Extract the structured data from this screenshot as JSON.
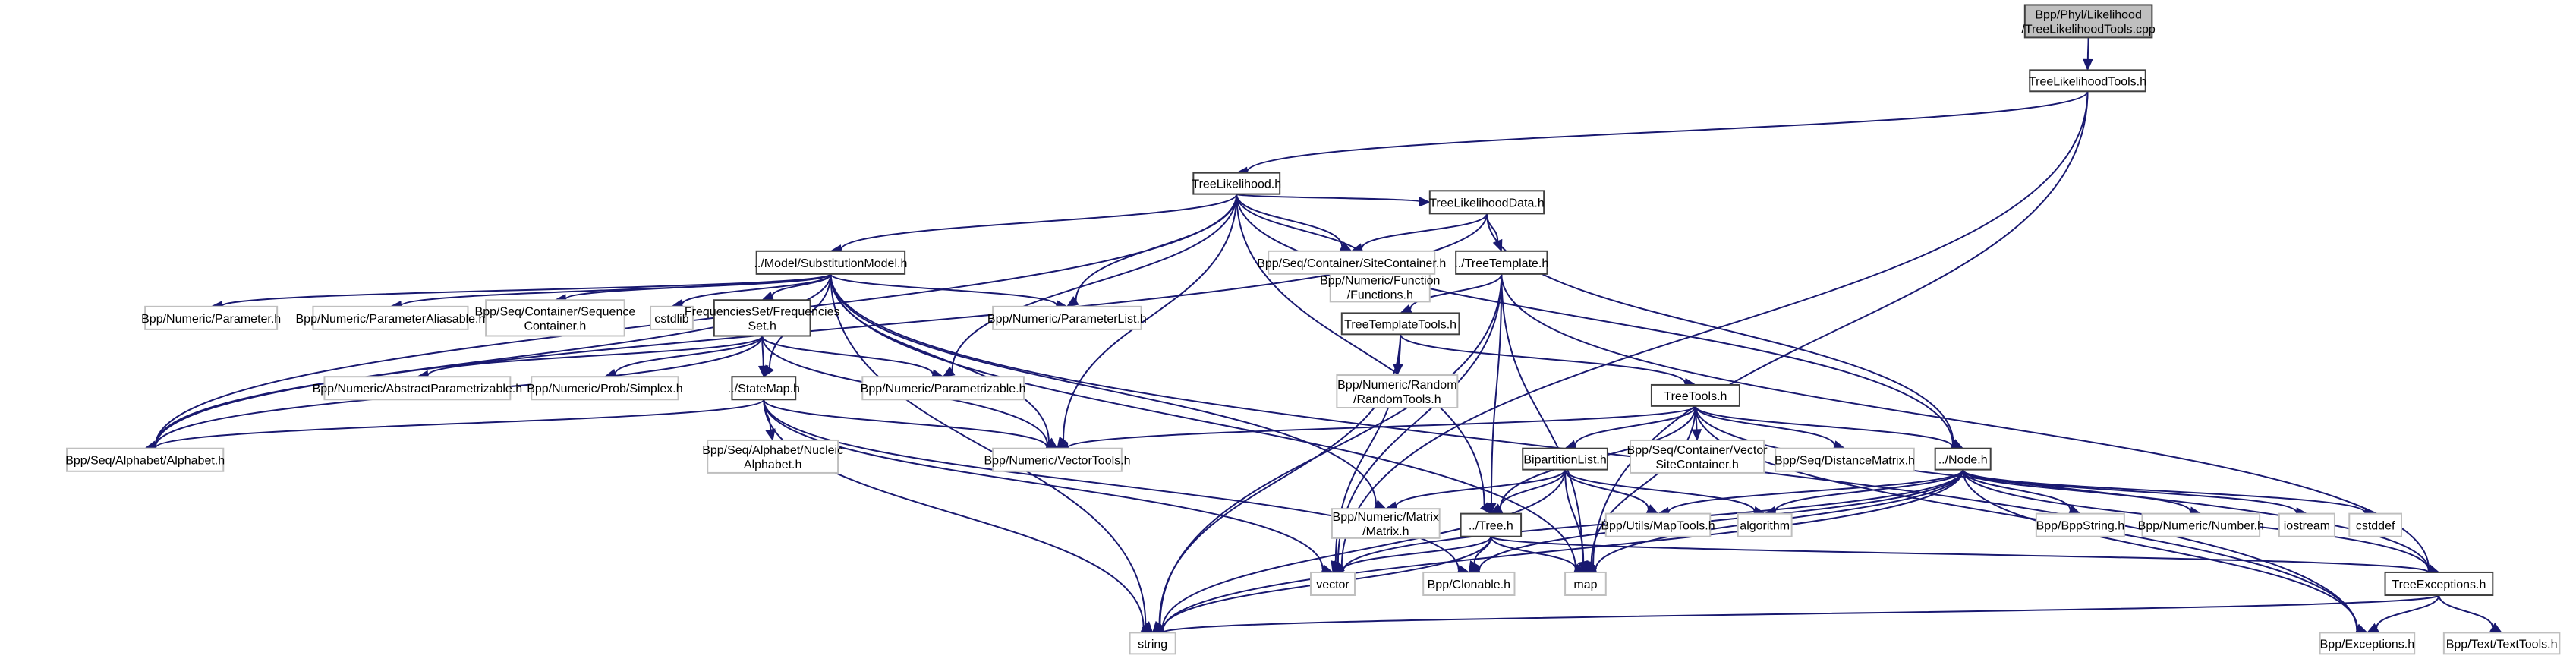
{
  "diagram": {
    "title": "Include dependency graph for TreeLikelihoodTools.cpp",
    "edge_color": "#191970",
    "root_fill": "#bfbfbf",
    "nodes": [
      {
        "id": "root",
        "lines": [
          "Bpp/Phyl/Likelihood",
          "/TreeLikelihoodTools.cpp"
        ],
        "kind": "root"
      },
      {
        "id": "tlt_h",
        "lines": [
          "TreeLikelihoodTools.h"
        ],
        "kind": "doc"
      },
      {
        "id": "tl_h",
        "lines": [
          "TreeLikelihood.h"
        ],
        "kind": "doc"
      },
      {
        "id": "functions_h",
        "lines": [
          "Bpp/Numeric/Function",
          "/Functions.h"
        ],
        "kind": "ext"
      },
      {
        "id": "tldata_h",
        "lines": [
          "TreeLikelihoodData.h"
        ],
        "kind": "doc"
      },
      {
        "id": "submodel_h",
        "lines": [
          "../Model/SubstitutionModel.h"
        ],
        "kind": "doc"
      },
      {
        "id": "sitecontainer_h",
        "lines": [
          "Bpp/Seq/Container/SiteContainer.h"
        ],
        "kind": "ext"
      },
      {
        "id": "treetemplate_h",
        "lines": [
          "../TreeTemplate.h"
        ],
        "kind": "doc"
      },
      {
        "id": "parameter_h",
        "lines": [
          "Bpp/Numeric/Parameter.h"
        ],
        "kind": "ext"
      },
      {
        "id": "paramaliasable_h",
        "lines": [
          "Bpp/Numeric/ParameterAliasable.h"
        ],
        "kind": "ext"
      },
      {
        "id": "seqcontainer_h",
        "lines": [
          "Bpp/Seq/Container/Sequence",
          "Container.h"
        ],
        "kind": "ext"
      },
      {
        "id": "cstdlib",
        "lines": [
          "cstdlib"
        ],
        "kind": "ext"
      },
      {
        "id": "freqset_h",
        "lines": [
          "FrequenciesSet/Frequencies",
          "Set.h"
        ],
        "kind": "doc"
      },
      {
        "id": "paramlist_h",
        "lines": [
          "Bpp/Numeric/ParameterList.h"
        ],
        "kind": "ext"
      },
      {
        "id": "ttt_h",
        "lines": [
          "TreeTemplateTools.h"
        ],
        "kind": "doc"
      },
      {
        "id": "absparam_h",
        "lines": [
          "Bpp/Numeric/AbstractParametrizable.h"
        ],
        "kind": "ext"
      },
      {
        "id": "simplex_h",
        "lines": [
          "Bpp/Numeric/Prob/Simplex.h"
        ],
        "kind": "ext"
      },
      {
        "id": "statemap_h",
        "lines": [
          "../StateMap.h"
        ],
        "kind": "doc"
      },
      {
        "id": "parametrizable_h",
        "lines": [
          "Bpp/Numeric/Parametrizable.h"
        ],
        "kind": "ext"
      },
      {
        "id": "randomtools_h",
        "lines": [
          "Bpp/Numeric/Random",
          "/RandomTools.h"
        ],
        "kind": "ext"
      },
      {
        "id": "treetools_h",
        "lines": [
          "TreeTools.h"
        ],
        "kind": "doc"
      },
      {
        "id": "alphabet_h",
        "lines": [
          "Bpp/Seq/Alphabet/Alphabet.h"
        ],
        "kind": "ext"
      },
      {
        "id": "nucalphabet_h",
        "lines": [
          "Bpp/Seq/Alphabet/Nucleic",
          "Alphabet.h"
        ],
        "kind": "ext"
      },
      {
        "id": "vectortools_h",
        "lines": [
          "Bpp/Numeric/VectorTools.h"
        ],
        "kind": "ext"
      },
      {
        "id": "bipartition_h",
        "lines": [
          "BipartitionList.h"
        ],
        "kind": "doc"
      },
      {
        "id": "vecsitecontainer_h",
        "lines": [
          "Bpp/Seq/Container/Vector",
          "SiteContainer.h"
        ],
        "kind": "ext"
      },
      {
        "id": "distmatrix_h",
        "lines": [
          "Bpp/Seq/DistanceMatrix.h"
        ],
        "kind": "ext"
      },
      {
        "id": "node_h",
        "lines": [
          "../Node.h"
        ],
        "kind": "doc"
      },
      {
        "id": "matrix_h",
        "lines": [
          "Bpp/Numeric/Matrix",
          "/Matrix.h"
        ],
        "kind": "ext"
      },
      {
        "id": "tree_h",
        "lines": [
          "../Tree.h"
        ],
        "kind": "doc"
      },
      {
        "id": "maptools_h",
        "lines": [
          "Bpp/Utils/MapTools.h"
        ],
        "kind": "ext"
      },
      {
        "id": "algorithm",
        "lines": [
          "algorithm"
        ],
        "kind": "ext"
      },
      {
        "id": "bppstring_h",
        "lines": [
          "Bpp/BppString.h"
        ],
        "kind": "ext"
      },
      {
        "id": "number_h",
        "lines": [
          "Bpp/Numeric/Number.h"
        ],
        "kind": "ext"
      },
      {
        "id": "iostream",
        "lines": [
          "iostream"
        ],
        "kind": "ext"
      },
      {
        "id": "cstddef",
        "lines": [
          "cstddef"
        ],
        "kind": "ext"
      },
      {
        "id": "vector",
        "lines": [
          "vector"
        ],
        "kind": "ext"
      },
      {
        "id": "clonable_h",
        "lines": [
          "Bpp/Clonable.h"
        ],
        "kind": "ext"
      },
      {
        "id": "map",
        "lines": [
          "map"
        ],
        "kind": "ext"
      },
      {
        "id": "treeexc_h",
        "lines": [
          "TreeExceptions.h"
        ],
        "kind": "doc"
      },
      {
        "id": "string",
        "lines": [
          "string"
        ],
        "kind": "ext"
      },
      {
        "id": "exceptions_h",
        "lines": [
          "Bpp/Exceptions.h"
        ],
        "kind": "ext"
      },
      {
        "id": "texttools_h",
        "lines": [
          "Bpp/Text/TextTools.h"
        ],
        "kind": "ext"
      }
    ],
    "edges": [
      [
        "root",
        "tlt_h"
      ],
      [
        "tlt_h",
        "tl_h"
      ],
      [
        "tlt_h",
        "vector"
      ],
      [
        "tlt_h",
        "map"
      ],
      [
        "tl_h",
        "functions_h"
      ],
      [
        "tl_h",
        "tldata_h"
      ],
      [
        "tl_h",
        "submodel_h"
      ],
      [
        "tl_h",
        "sitecontainer_h"
      ],
      [
        "tl_h",
        "paramlist_h"
      ],
      [
        "tl_h",
        "parametrizable_h"
      ],
      [
        "tl_h",
        "vectortools_h"
      ],
      [
        "tl_h",
        "alphabet_h"
      ],
      [
        "tl_h",
        "node_h"
      ],
      [
        "tl_h",
        "tree_h"
      ],
      [
        "tldata_h",
        "sitecontainer_h"
      ],
      [
        "tldata_h",
        "treetemplate_h"
      ],
      [
        "tldata_h",
        "alphabet_h"
      ],
      [
        "tldata_h",
        "node_h"
      ],
      [
        "submodel_h",
        "parameter_h"
      ],
      [
        "submodel_h",
        "paramaliasable_h"
      ],
      [
        "submodel_h",
        "seqcontainer_h"
      ],
      [
        "submodel_h",
        "cstdlib"
      ],
      [
        "submodel_h",
        "freqset_h"
      ],
      [
        "submodel_h",
        "paramlist_h"
      ],
      [
        "submodel_h",
        "statemap_h"
      ],
      [
        "submodel_h",
        "alphabet_h"
      ],
      [
        "submodel_h",
        "vectortools_h"
      ],
      [
        "submodel_h",
        "matrix_h"
      ],
      [
        "submodel_h",
        "string"
      ],
      [
        "submodel_h",
        "map"
      ],
      [
        "submodel_h",
        "exceptions_h"
      ],
      [
        "freqset_h",
        "absparam_h"
      ],
      [
        "freqset_h",
        "simplex_h"
      ],
      [
        "freqset_h",
        "statemap_h"
      ],
      [
        "freqset_h",
        "parametrizable_h"
      ],
      [
        "freqset_h",
        "alphabet_h"
      ],
      [
        "freqset_h",
        "vectortools_h"
      ],
      [
        "statemap_h",
        "nucalphabet_h"
      ],
      [
        "statemap_h",
        "alphabet_h"
      ],
      [
        "statemap_h",
        "vectortools_h"
      ],
      [
        "statemap_h",
        "clonable_h"
      ],
      [
        "statemap_h",
        "vector"
      ],
      [
        "statemap_h",
        "string"
      ],
      [
        "treetemplate_h",
        "ttt_h"
      ],
      [
        "treetemplate_h",
        "tree_h"
      ],
      [
        "treetemplate_h",
        "vector"
      ],
      [
        "treetemplate_h",
        "string"
      ],
      [
        "treetemplate_h",
        "map"
      ],
      [
        "treetemplate_h",
        "treeexc_h"
      ],
      [
        "ttt_h",
        "randomtools_h"
      ],
      [
        "ttt_h",
        "treetools_h"
      ],
      [
        "ttt_h",
        "vector"
      ],
      [
        "ttt_h",
        "string"
      ],
      [
        "treetools_h",
        "bipartition_h"
      ],
      [
        "treetools_h",
        "vecsitecontainer_h"
      ],
      [
        "treetools_h",
        "distmatrix_h"
      ],
      [
        "treetools_h",
        "node_h"
      ],
      [
        "treetools_h",
        "tree_h"
      ],
      [
        "treetools_h",
        "vectortools_h"
      ],
      [
        "treetools_h",
        "treeexc_h"
      ],
      [
        "treetools_h",
        "exceptions_h"
      ],
      [
        "treetools_h",
        "map"
      ],
      [
        "bipartition_h",
        "tree_h"
      ],
      [
        "bipartition_h",
        "matrix_h"
      ],
      [
        "bipartition_h",
        "maptools_h"
      ],
      [
        "bipartition_h",
        "algorithm"
      ],
      [
        "bipartition_h",
        "map"
      ],
      [
        "bipartition_h",
        "string"
      ],
      [
        "node_h",
        "maptools_h"
      ],
      [
        "node_h",
        "algorithm"
      ],
      [
        "node_h",
        "bppstring_h"
      ],
      [
        "node_h",
        "number_h"
      ],
      [
        "node_h",
        "iostream"
      ],
      [
        "node_h",
        "cstddef"
      ],
      [
        "node_h",
        "treeexc_h"
      ],
      [
        "node_h",
        "vector"
      ],
      [
        "node_h",
        "clonable_h"
      ],
      [
        "node_h",
        "map"
      ],
      [
        "node_h",
        "string"
      ],
      [
        "node_h",
        "exceptions_h"
      ],
      [
        "tree_h",
        "vector"
      ],
      [
        "tree_h",
        "clonable_h"
      ],
      [
        "tree_h",
        "string"
      ],
      [
        "tree_h",
        "map"
      ],
      [
        "tree_h",
        "treeexc_h"
      ],
      [
        "treeexc_h",
        "exceptions_h"
      ],
      [
        "treeexc_h",
        "texttools_h"
      ],
      [
        "treeexc_h",
        "string"
      ]
    ]
  }
}
